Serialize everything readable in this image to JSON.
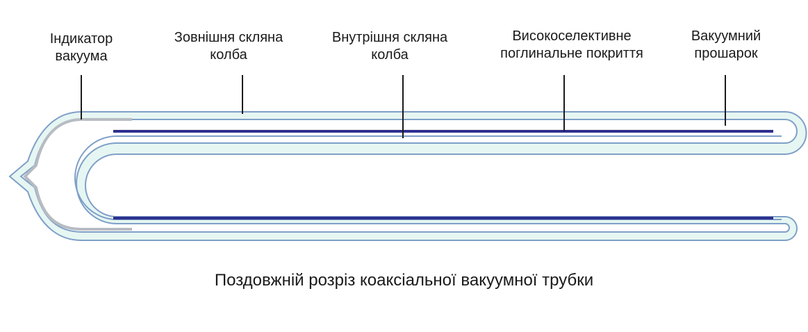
{
  "labels": {
    "vacuum_indicator": {
      "line1": "Індикатор",
      "line2": "вакуума"
    },
    "outer_glass_bulb": {
      "line1": "Зовнішня скляна",
      "line2": "колба"
    },
    "inner_glass_bulb": {
      "line1": "Внутрішня скляна",
      "line2": "колба"
    },
    "selective_coating": {
      "line1": "Високоселективне",
      "line2": "поглинальне покриття"
    },
    "vacuum_layer": {
      "line1": "Вакуумний",
      "line2": "прошарок"
    }
  },
  "caption": "Поздовжній розріз коаксіальної вакуумної трубки",
  "colors": {
    "glass_fill": "#e6f6f2",
    "glass_stroke": "#7f9fc8",
    "coating": "#2e2f8f",
    "indicator": "#b7bcc2",
    "leader_line": "#1a1a1a",
    "text": "#1a1a1a"
  }
}
